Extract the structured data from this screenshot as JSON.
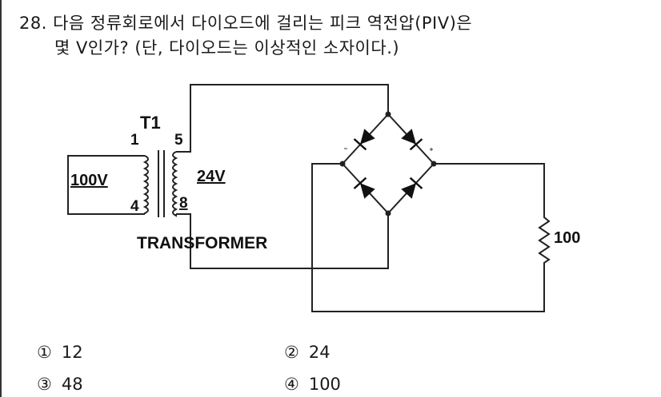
{
  "question": {
    "number": "28.",
    "line1": "다음 정류회로에서 다이오드에 걸리는 피크 역전압(PIV)은",
    "line2": "몇 V인가? (단, 다이오드는 이상적인 소자이다.)"
  },
  "diagram": {
    "transformer_name": "T1",
    "pin1": "1",
    "pin4": "4",
    "pin5": "5",
    "pin8": "8",
    "primary_voltage": "100V",
    "secondary_voltage": "24V",
    "transformer_label": "TRANSFORMER",
    "resistor_label": "100"
  },
  "choices": [
    {
      "mark": "①",
      "text": "12"
    },
    {
      "mark": "②",
      "text": "24"
    },
    {
      "mark": "③",
      "text": "48"
    },
    {
      "mark": "④",
      "text": "100"
    }
  ]
}
